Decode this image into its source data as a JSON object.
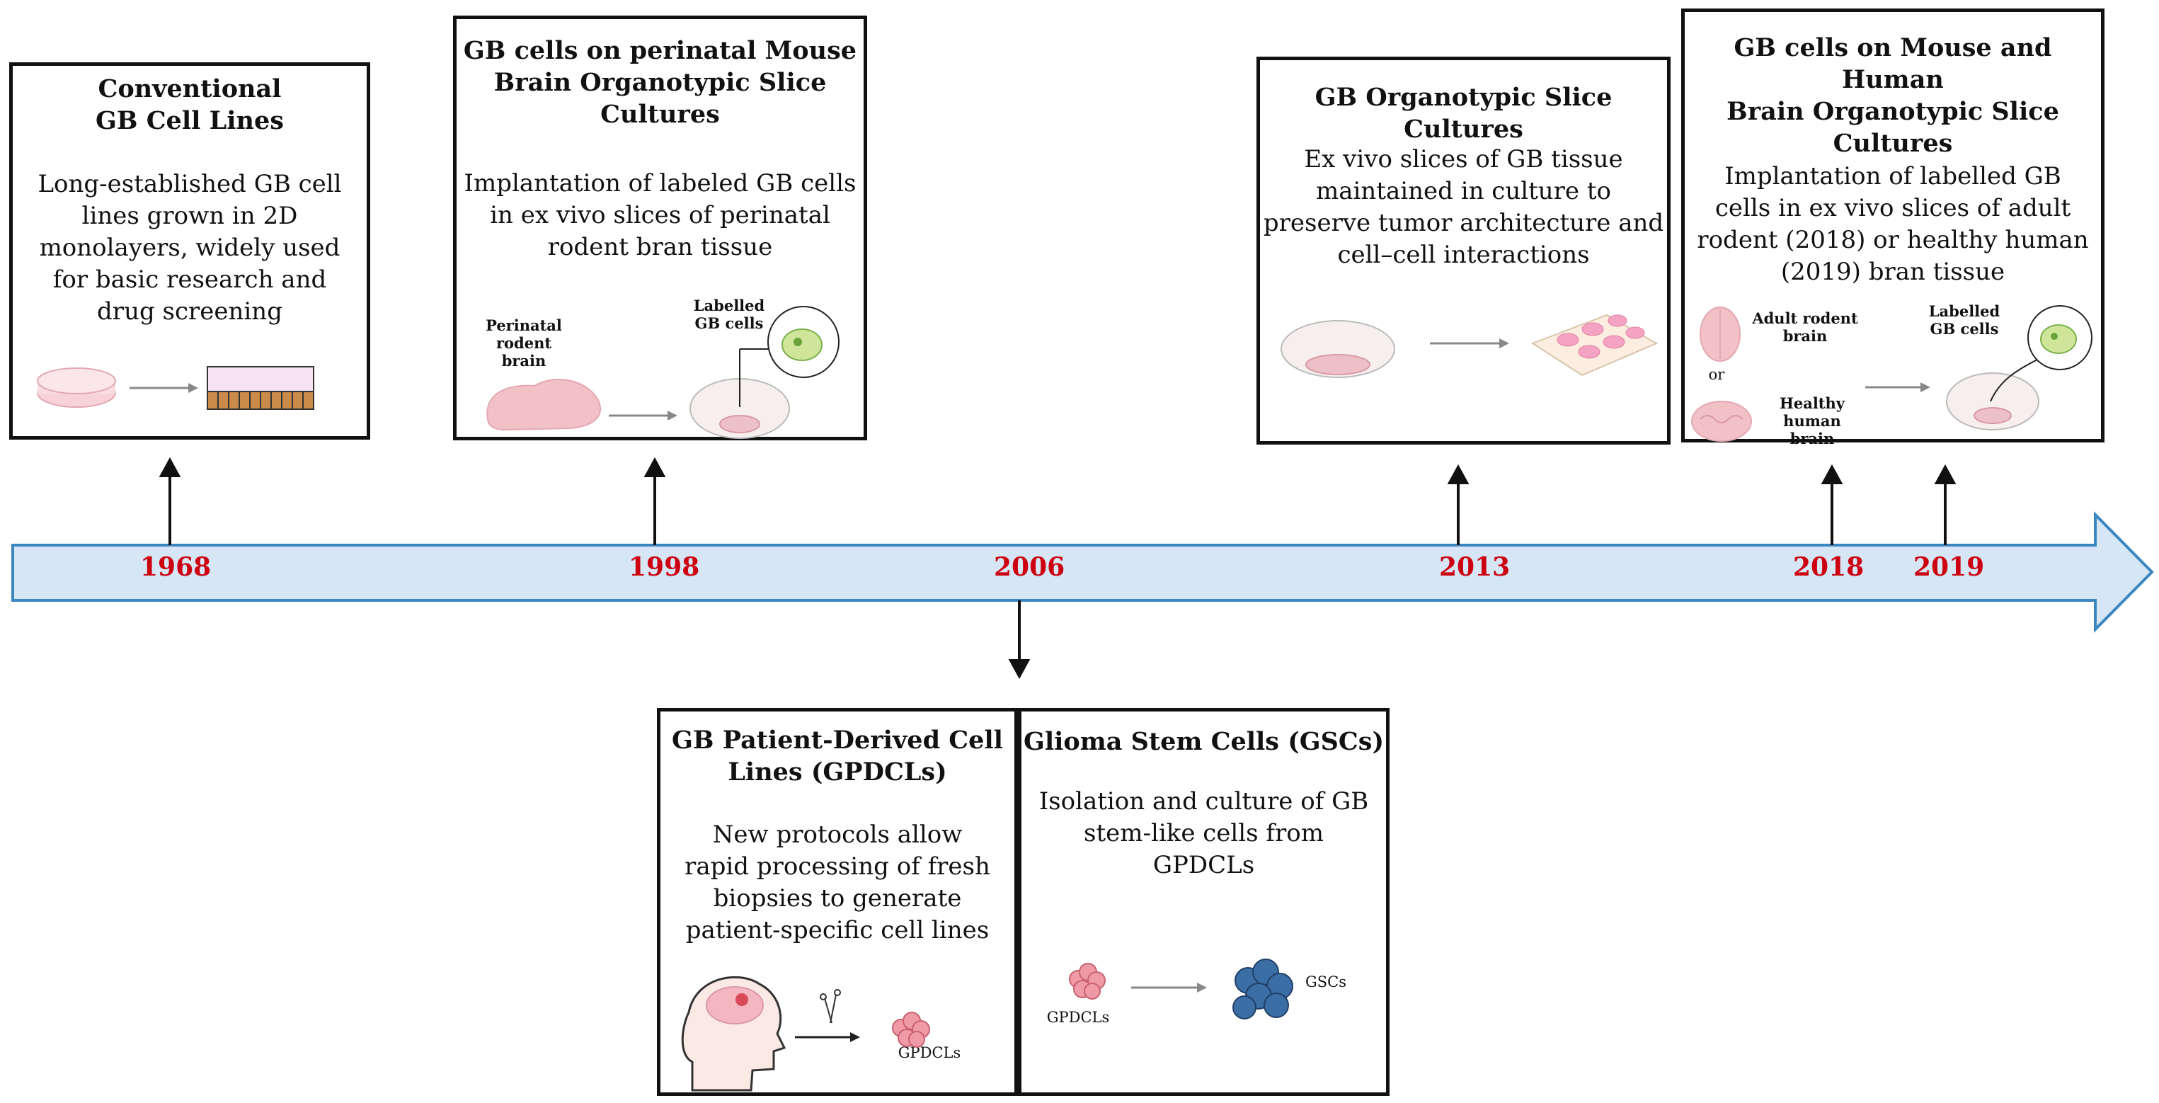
{
  "years": [
    "1968",
    "1998",
    "2006",
    "2013",
    "2018",
    "2019"
  ],
  "boxes": {
    "conventional": {
      "title": "Conventional\nGB Cell Lines",
      "desc": "Long-established GB cell\nlines grown in 2D\nmonolayers, widely used\nfor basic research and\ndrug screening"
    },
    "perinatal": {
      "title": "GB cells on perinatal Mouse\nBrain Organotypic Slice\nCultures",
      "desc": "Implantation of labeled GB cells\nin ex vivo slices of  perinatal\nrodent  bran tissue",
      "label_brain": "Perinatal\nrodent brain",
      "label_cells": "Labelled\nGB cells"
    },
    "organotypic": {
      "title": "GB Organotypic Slice Cultures",
      "desc": "Ex vivo slices of GB tissue\nmaintained in culture to\npreserve tumor architecture and\ncell–cell interactions"
    },
    "mouse_human": {
      "title": "GB cells on Mouse and Human\nBrain Organotypic Slice\nCultures",
      "desc": "Implantation of labelled GB\ncells in ex vivo slices of adult\nrodent (2018)  or healthy human\n(2019) bran tissue",
      "label_adult": "Adult rodent\nbrain",
      "label_or": "or",
      "label_human": "Healthy\nhuman brain",
      "label_cells": "Labelled\nGB cells"
    },
    "gpdcl": {
      "title": "GB Patient-Derived Cell\nLines (GPDCLs)",
      "desc": "New protocols  allow\nrapid processing of fresh\nbiopsies to generate\npatient-specific cell lines",
      "label_cells": "GPDCLs"
    },
    "gsc": {
      "title": "Glioma Stem Cells (GSCs)",
      "desc": "Isolation and culture of GB\nstem-like cells from\nGPDCLs",
      "label_left": "GPDCLs",
      "label_right": "GSCs"
    }
  },
  "colors": {
    "timeline_fill": "#d6e6f4",
    "timeline_stroke": "#3a86c0",
    "year_text": "#cc0011",
    "pink": "#f4b6bf",
    "blue_cells": "#2f5f8f"
  }
}
